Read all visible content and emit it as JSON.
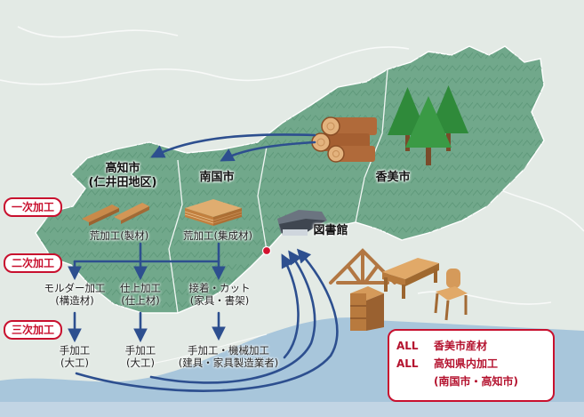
{
  "cities": {
    "kochi": "高知市",
    "kochi_sub": "(仁井田地区)",
    "nankoku": "南国市",
    "kami": "香美市",
    "library": "図書館"
  },
  "stages": {
    "first": "一次加工",
    "second": "二次加工",
    "third": "三次加工"
  },
  "nodes": {
    "rough_lumber": "荒加工(製材)",
    "rough_laminated": "荒加工(集成材)",
    "molder": "モルダー加工",
    "molder_sub": "(構造材)",
    "finish": "仕上加工",
    "finish_sub": "(仕上材)",
    "bond_cut": "接着・カット",
    "bond_cut_sub": "(家具・書架)",
    "hand1": "手加工",
    "hand1_sub": "(大工)",
    "hand2": "手加工",
    "hand2_sub": "(大工)",
    "hand_machine": "手加工・機械加工",
    "hand_machine_sub": "(建具・家具製造業者)"
  },
  "legend": {
    "row1_key": "ALL",
    "row1_val": "香美市産材",
    "row2_key": "ALL",
    "row2_val": "高知県内加工",
    "row3_val": "(南国市・高知市)"
  },
  "colors": {
    "arrow": "#2d4f8f",
    "accent": "#c8102e",
    "forest": "#6fa58a",
    "sea": "#a9c7dc"
  }
}
